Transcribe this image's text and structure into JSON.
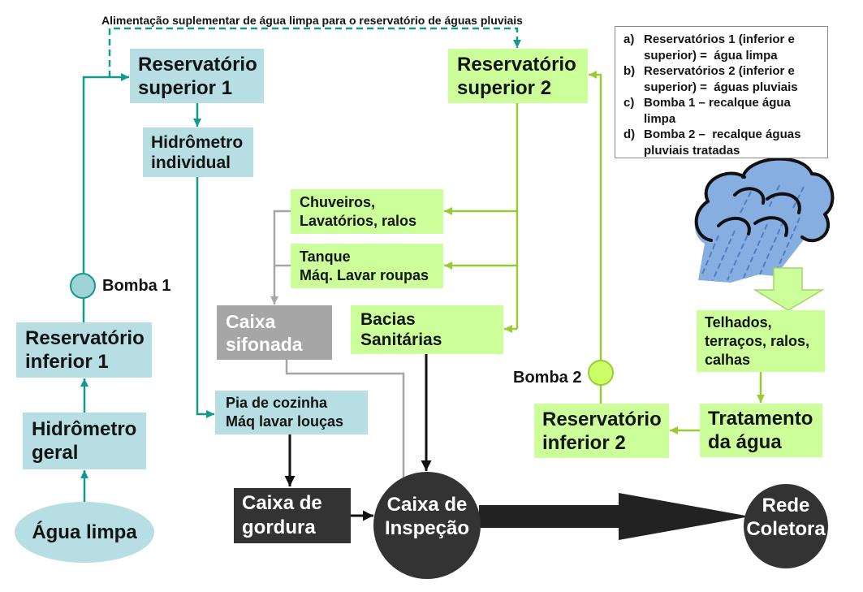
{
  "colors": {
    "clean_water_line": "#13998e",
    "clean_water_box": "#b7dee3",
    "clean_water_pump": "#9fd3d6",
    "rain_water_line": "#99cc33",
    "rain_water_box": "#ccff99",
    "rain_water_pump": "#ccff66",
    "gray_water": "#a6a6a6",
    "sewer": "#333333",
    "rain_cloud": "#86aee0"
  },
  "icons": {
    "rain_cloud": "rain-cloud-icon",
    "runoff_arrow": "down-arrow-icon"
  },
  "supply_note": "Alimentação suplementar de água limpa para o reservatório de águas pluviais",
  "legend": [
    {
      "letter": "a)",
      "lines": [
        "Reservatórios 1 (inferior e",
        "superior) =  água limpa"
      ]
    },
    {
      "letter": "b)",
      "lines": [
        "Reservatórios 2 (inferior e",
        "superior) =  águas pluviais"
      ]
    },
    {
      "letter": "c)",
      "lines": [
        "Bomba 1 – recalque água",
        "limpa"
      ]
    },
    {
      "letter": "d)",
      "lines": [
        "Bomba 2 –  recalque águas",
        "pluviais tratadas"
      ]
    }
  ],
  "clean_water": {
    "source": "Água limpa",
    "main_meter": [
      "Hidrômetro",
      "geral"
    ],
    "lower_tank": [
      "Reservatório",
      "inferior 1"
    ],
    "pump": "Bomba 1",
    "upper_tank": [
      "Reservatório",
      "superior 1"
    ],
    "individual_meter": [
      "Hidrômetro",
      "individual"
    ],
    "kitchen": [
      "Pia de cozinha",
      "Máq lavar louças"
    ]
  },
  "rain_water": {
    "upper_tank": [
      "Reservatório",
      "superior 2"
    ],
    "showers": [
      "Chuveiros,",
      "Lavatórios, ralos"
    ],
    "laundry": [
      "Tanque",
      "Máq. Lavar roupas"
    ],
    "toilets": [
      "Bacias",
      "Sanitárias"
    ],
    "pump": "Bomba 2",
    "lower_tank": [
      "Reservatório",
      "inferior 2"
    ],
    "treatment": [
      "Tratamento",
      "da água"
    ],
    "catchment": [
      "Telhados,",
      "terraços, ralos,",
      "calhas"
    ]
  },
  "drainage": {
    "floor_drain": [
      "Caixa",
      "sifonada"
    ],
    "grease_trap": [
      "Caixa de",
      "gordura"
    ],
    "inspection_box": [
      "Caixa de",
      "Inspeção"
    ],
    "sewer": [
      "Rede",
      "Coletora"
    ]
  }
}
